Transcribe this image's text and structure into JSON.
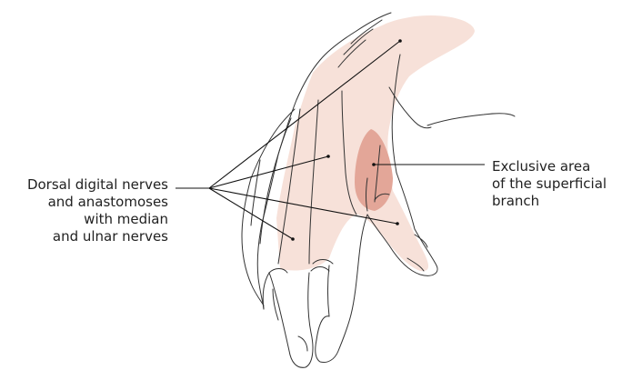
{
  "labels": {
    "dorsal_digital": [
      "Dorsal digital nerves",
      "and anastomoses",
      "with median",
      "and ulnar nerves"
    ],
    "exclusive_area": [
      "Exclusive area",
      "of the superficial",
      "branch"
    ]
  },
  "colors": {
    "sensory_area_fill": "#f7e1d9",
    "exclusive_area_fill": "#e3a698",
    "outline": "#333333",
    "leader_line": "#111111"
  }
}
